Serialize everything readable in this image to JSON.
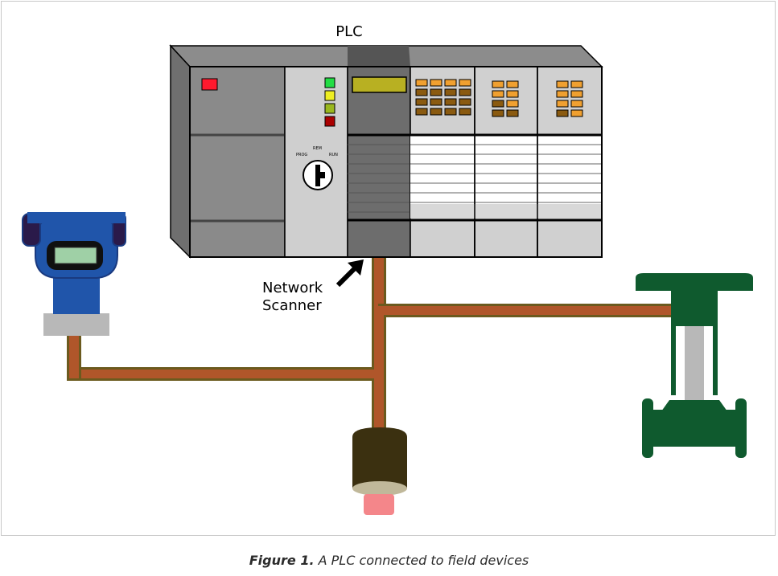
{
  "diagram": {
    "plc_label": "PLC",
    "network_scanner_line1": "Network",
    "network_scanner_line2": "Scanner",
    "colors": {
      "cable_outer": "#6b5a1e",
      "cable_inner": "#b0562a",
      "plc_body_dark": "#7f7f7f",
      "plc_body_light": "#d0d0d0",
      "transmitter_blue": "#1f4fa0",
      "valve_green": "#0f5a2e",
      "sensor_dark": "#3a2f10",
      "sensor_tip": "#f08080"
    }
  },
  "caption": {
    "label": "Figure 1.",
    "text": "A PLC connected to field devices"
  }
}
